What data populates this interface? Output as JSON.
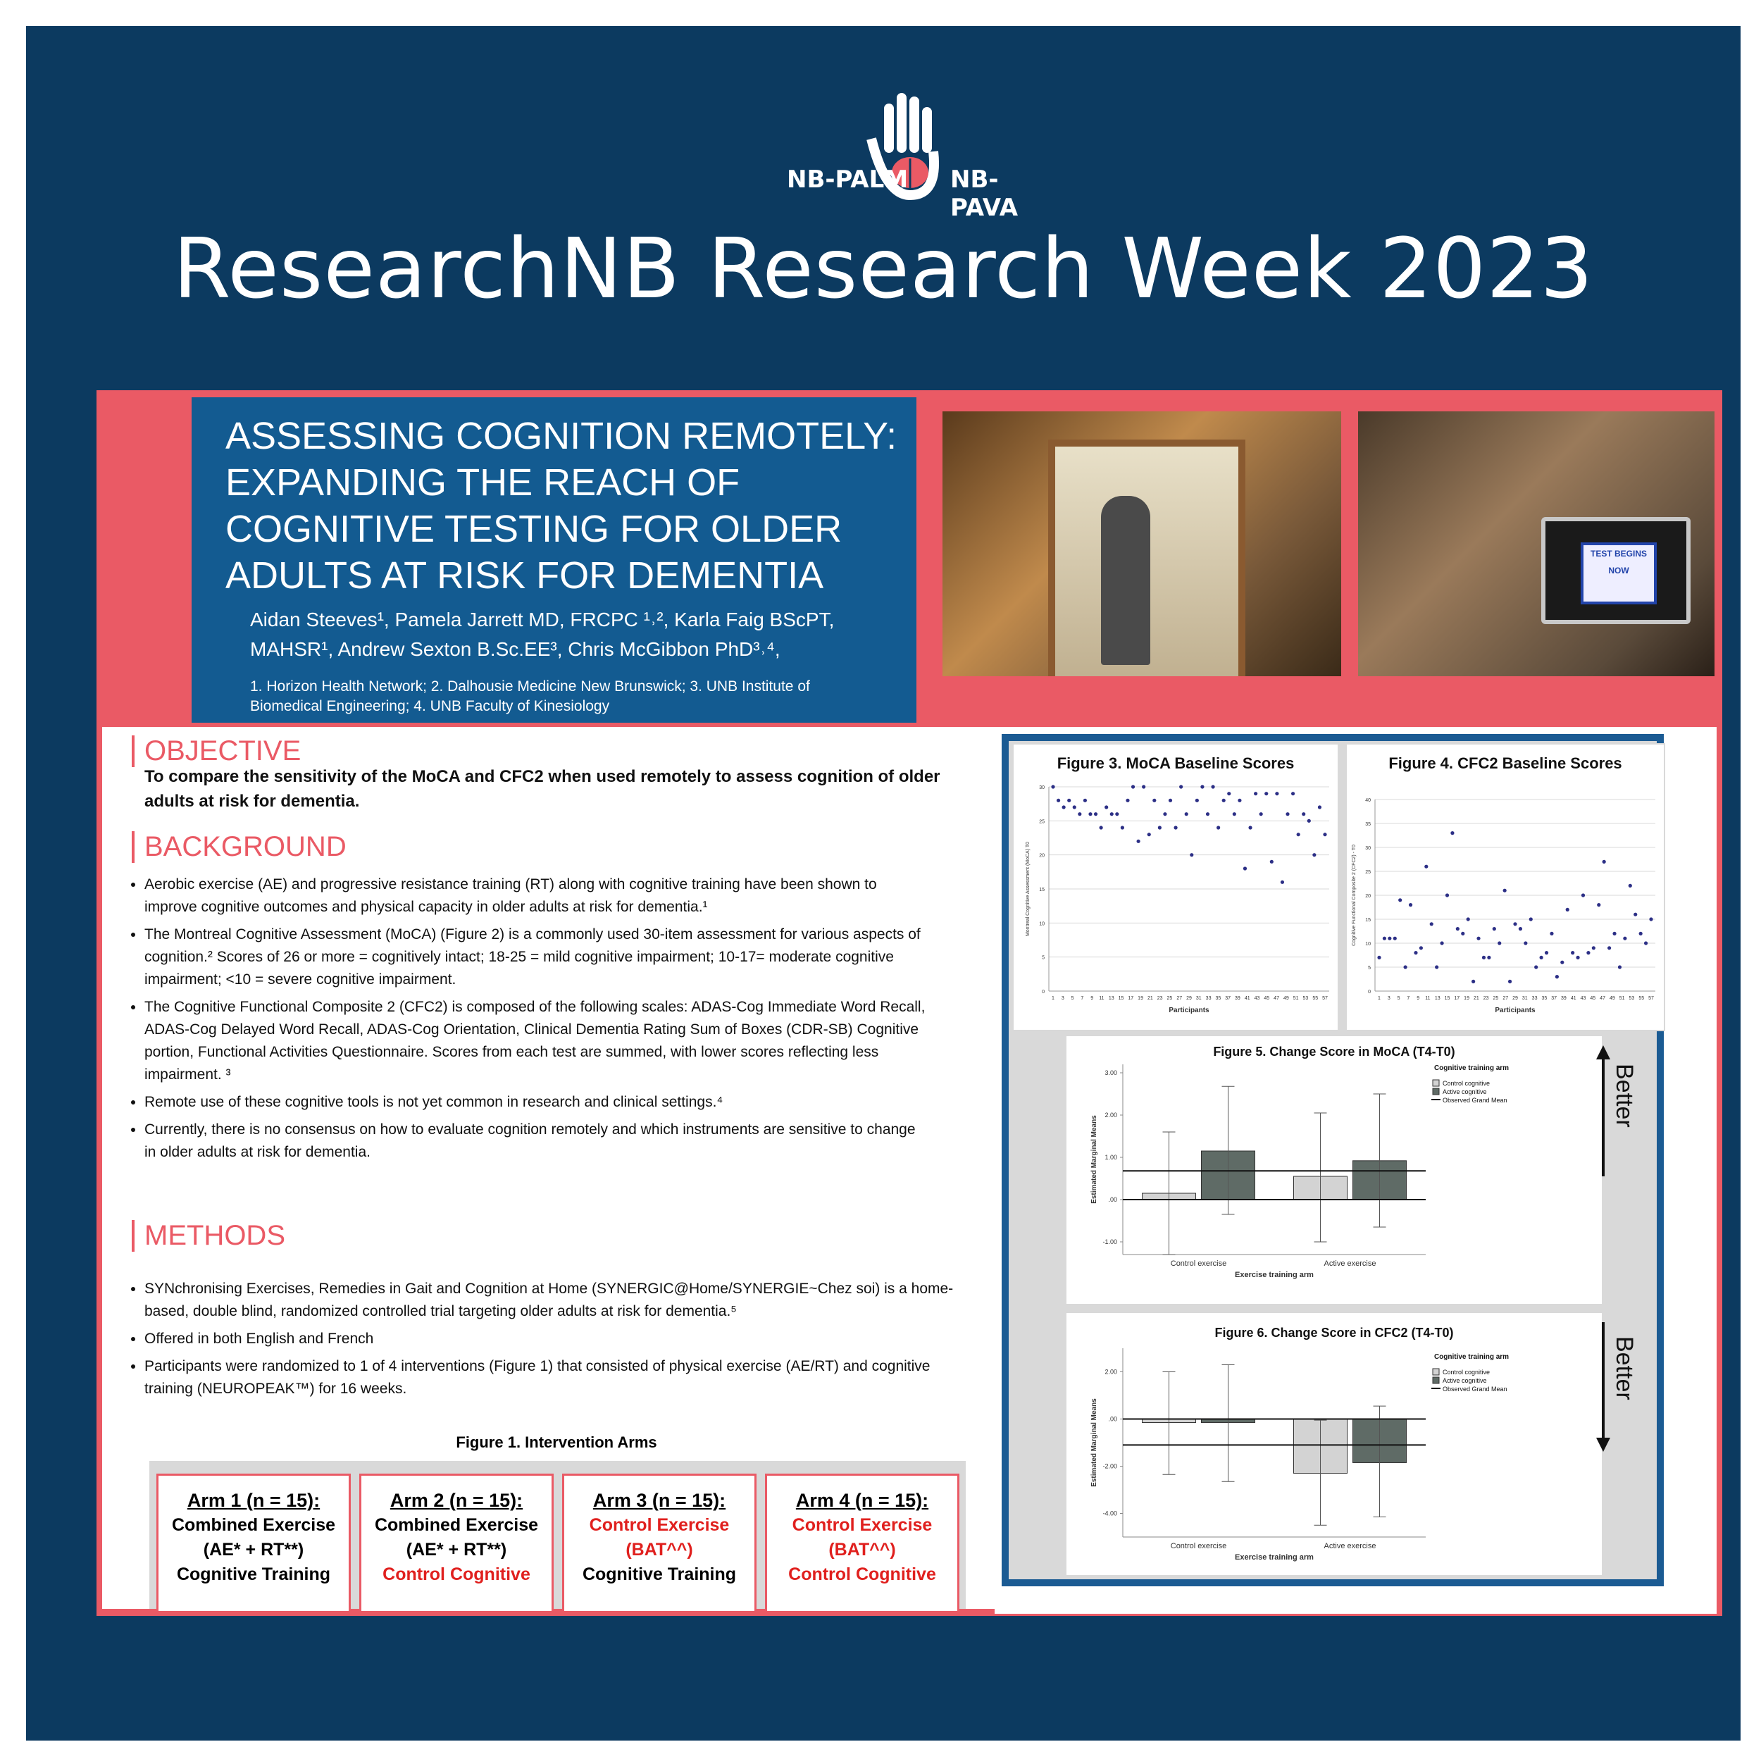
{
  "header": {
    "logo_left": "NB-PALM",
    "logo_right": "NB-PAVA",
    "event_title": "ResearchNB Research Week 2023"
  },
  "poster": {
    "title": "ASSESSING COGNITION REMOTELY: EXPANDING THE REACH OF COGNITIVE TESTING FOR OLDER ADULTS AT RISK FOR DEMENTIA",
    "authors": "Aidan Steeves¹, Pamela Jarrett MD, FRCPC ¹˒², Karla Faig BScPT, MAHSR¹, Andrew Sexton B.Sc.EE³, Chris McGibbon PhD³˒⁴,",
    "affiliations": "1. Horizon Health Network; 2. Dalhousie Medicine New Brunswick; 3. UNB Institute of Biomedical Engineering; 4. UNB Faculty of Kinesiology",
    "laptop_screen": "TEST BEGINS NOW"
  },
  "objective": {
    "heading": "OBJECTIVE",
    "text": "To compare the sensitivity of the MoCA and CFC2 when used remotely to assess cognition of older adults at risk for dementia."
  },
  "background": {
    "heading": "BACKGROUND",
    "bullets": [
      "Aerobic exercise (AE) and progressive resistance training (RT) along with cognitive training have been shown to improve cognitive outcomes and physical capacity in older adults at risk for dementia.¹",
      "The Montreal Cognitive Assessment (MoCA) (Figure 2) is a commonly used 30-item assessment for various aspects of cognition.² Scores of 26 or more = cognitively intact; 18-25 = mild cognitive impairment; 10-17= moderate cognitive impairment; <10 = severe cognitive impairment.",
      "The Cognitive Functional Composite 2 (CFC2) is composed of the following scales: ADAS-Cog Immediate Word Recall, ADAS-Cog Delayed Word Recall, ADAS-Cog Orientation, Clinical Dementia Rating Sum of Boxes (CDR-SB) Cognitive portion, Functional Activities Questionnaire. Scores from each test are summed, with lower scores reflecting less impairment. ³",
      "Remote use of these cognitive tools is not yet common in research and clinical settings.⁴",
      "Currently, there is no consensus on how to evaluate cognition remotely and which instruments are sensitive to change in older adults at risk for dementia."
    ]
  },
  "methods": {
    "heading": "METHODS",
    "bullets": [
      "SYNchronising Exercises, Remedies in Gait and Cognition at Home (SYNERGIC@Home/SYNERGIE~Chez soi) is a home-based, double blind, randomized controlled trial targeting older adults at risk for dementia.⁵",
      "Offered in both English and French",
      "Participants were randomized to 1 of 4 interventions (Figure 1) that consisted of physical exercise (AE/RT) and cognitive training (NEUROPEAK™) for 16 weeks."
    ],
    "figure1_title": "Figure 1. Intervention Arms",
    "arms": [
      {
        "head": "Arm 1 (n = 15):",
        "l1": "Combined Exercise",
        "l2": "(AE* + RT**)",
        "l3": "Cognitive Training"
      },
      {
        "head": "Arm 2 (n = 15):",
        "l1": "Combined Exercise",
        "l2": "(AE* + RT**)",
        "l3": "Control Cognitive"
      },
      {
        "head": "Arm 3 (n = 15):",
        "l1": "Control Exercise",
        "l2": "(BAT^^)",
        "l3": "Cognitive Training"
      },
      {
        "head": "Arm 4 (n = 15):",
        "l1": "Control Exercise",
        "l2": "(BAT^^)",
        "l3": "Control Cognitive"
      }
    ],
    "colors": {
      "accent": "#ea5a65",
      "red_text": "#e0201e",
      "navy": "#0c3a60",
      "title_blue": "#135b91"
    }
  },
  "figures": {
    "fig3_title": "Figure 3. MoCA Baseline Scores",
    "fig4_title": "Figure 4. CFC2 Baseline Scores",
    "fig5_title": "Figure 5. Change Score in MoCA (T4-T0)",
    "fig6_title": "Figure 6. Change Score in CFC2 (T4-T0)",
    "better": "Better",
    "legend_title": "Cognitive training arm",
    "legend_items": [
      "Control cognitive",
      "Active cognitive",
      "Observed Grand Mean"
    ],
    "xaxis_bar": "Exercise training arm",
    "yaxis_bar": "Estimated Marginal Means",
    "xaxis_scatter": "Participants",
    "fig3_ylabel": "Montreal Cognitive Assessment (MoCA) T0",
    "fig4_ylabel": "Cognitive Functional Composite 2 (CFC2) - T0"
  },
  "chart_data": [
    {
      "type": "scatter",
      "title": "Figure 3. MoCA Baseline Scores",
      "xlabel": "Participants",
      "ylabel": "Montreal Cognitive Assessment (MoCA) T0",
      "ylim": [
        0,
        30
      ],
      "x_ticks": [
        1,
        3,
        5,
        7,
        9,
        11,
        13,
        15,
        17,
        19,
        21,
        23,
        25,
        27,
        29,
        31,
        33,
        35,
        37,
        39,
        41,
        43,
        45,
        47,
        49,
        51,
        53,
        55,
        57
      ],
      "values": [
        30,
        28,
        27,
        28,
        27,
        26,
        28,
        26,
        26,
        24,
        27,
        26,
        26,
        24,
        28,
        30,
        22,
        30,
        23,
        28,
        24,
        26,
        28,
        24,
        30,
        26,
        20,
        28,
        30,
        26,
        30,
        24,
        28,
        29,
        26,
        28,
        18,
        24,
        29,
        26,
        29,
        19,
        29,
        16,
        26,
        29,
        23,
        26,
        25,
        20,
        27,
        23
      ]
    },
    {
      "type": "scatter",
      "title": "Figure 4. CFC2 Baseline Scores",
      "xlabel": "Participants",
      "ylabel": "Cognitive Functional Composite 2 (CFC2) - T0",
      "ylim": [
        0,
        40
      ],
      "x_ticks": [
        1,
        3,
        5,
        7,
        9,
        11,
        13,
        15,
        17,
        19,
        21,
        23,
        25,
        27,
        29,
        31,
        33,
        35,
        37,
        39,
        41,
        43,
        45,
        47,
        49,
        51,
        53,
        55,
        57
      ],
      "values": [
        7,
        11,
        11,
        11,
        19,
        5,
        18,
        8,
        9,
        26,
        14,
        5,
        10,
        20,
        33,
        13,
        12,
        15,
        2,
        11,
        7,
        7,
        13,
        10,
        21,
        2,
        14,
        13,
        10,
        15,
        5,
        7,
        8,
        12,
        3,
        6,
        17,
        8,
        7,
        20,
        8,
        9,
        18,
        27,
        9,
        12,
        5,
        11,
        22,
        16,
        12,
        10,
        15
      ]
    },
    {
      "type": "bar",
      "title": "Figure 5. Change Score in MoCA (T4-T0)",
      "xlabel": "Exercise training arm",
      "ylabel": "Estimated Marginal Means",
      "categories": [
        "Control exercise",
        "Active exercise"
      ],
      "series": [
        {
          "name": "Control cognitive",
          "values": [
            0.15,
            0.55
          ],
          "ci_low": [
            -1.3,
            -1.0
          ],
          "ci_high": [
            1.6,
            2.05
          ]
        },
        {
          "name": "Active cognitive",
          "values": [
            1.15,
            0.92
          ],
          "ci_low": [
            -0.35,
            -0.65
          ],
          "ci_high": [
            2.68,
            2.5
          ]
        }
      ],
      "grand_mean": 0.68,
      "y_ticks": [
        "3.00",
        "2.00",
        "1.00",
        ".00",
        "-1.00"
      ],
      "ylim": [
        -1.3,
        3.2
      ]
    },
    {
      "type": "bar",
      "title": "Figure 6. Change Score in CFC2 (T4-T0)",
      "xlabel": "Exercise training arm",
      "ylabel": "Estimated Marginal Means",
      "categories": [
        "Control exercise",
        "Active exercise"
      ],
      "series": [
        {
          "name": "Control cognitive",
          "values": [
            -0.15,
            -2.3
          ],
          "ci_low": [
            -2.35,
            -4.5
          ],
          "ci_high": [
            2.0,
            -0.05
          ]
        },
        {
          "name": "Active cognitive",
          "values": [
            -0.15,
            -1.85
          ],
          "ci_low": [
            -2.65,
            -4.15
          ],
          "ci_high": [
            2.3,
            0.55
          ]
        }
      ],
      "grand_mean": -1.1,
      "y_ticks": [
        "2.00",
        ".00",
        "-2.00",
        "-4.00"
      ],
      "ylim": [
        -5.0,
        3.0
      ]
    }
  ]
}
